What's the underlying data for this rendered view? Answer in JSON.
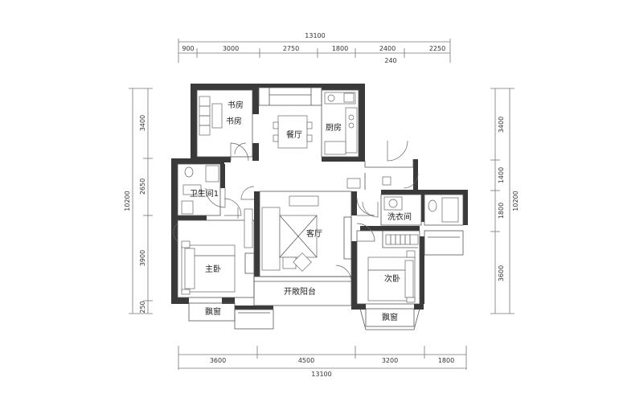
{
  "dimensions": {
    "top_total": "13100",
    "top": [
      "900",
      "3000",
      "2750",
      "1800",
      "2400",
      "2250"
    ],
    "top_small": "240",
    "bottom_total": "13100",
    "bottom": [
      "3600",
      "4500",
      "3200",
      "1800"
    ],
    "left_total": "10200",
    "left": [
      "3400",
      "2650",
      "3900",
      "250"
    ],
    "right_total": "10200",
    "right": [
      "3400",
      "1400",
      "1800",
      "3600"
    ]
  },
  "rooms": {
    "study_a": "书房",
    "study_b": "书房",
    "dining": "餐厅",
    "kitchen": "厨房",
    "bathroom": "卫生间1",
    "living": "客厅",
    "laundry": "洗衣间",
    "master": "主卧",
    "second": "次卧",
    "balcony": "开敞阳台",
    "bay_left": "飘窗",
    "bay_right": "飘窗"
  }
}
